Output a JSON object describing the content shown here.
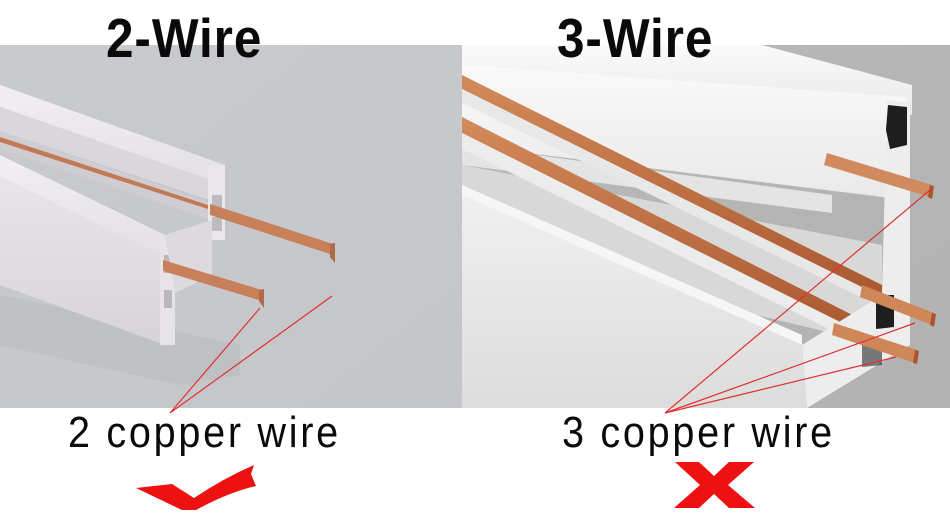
{
  "comparison": {
    "left": {
      "title": "2-Wire",
      "caption": "2 copper wire",
      "verdict_icon": "check-mark-icon",
      "verdict": "correct",
      "wire_count": 2,
      "background_color": "#c8c9cd"
    },
    "right": {
      "title": "3-Wire",
      "caption": "3 copper wire",
      "verdict_icon": "cross-mark-icon",
      "verdict": "incorrect",
      "wire_count": 3,
      "background_color": "#b5b5b5"
    }
  },
  "colors": {
    "mark_red": "#ee1111",
    "copper": "#c8805a",
    "leader_line": "#e03030",
    "rail_white": "#f2f2f2",
    "text": "#0a0a0a"
  }
}
